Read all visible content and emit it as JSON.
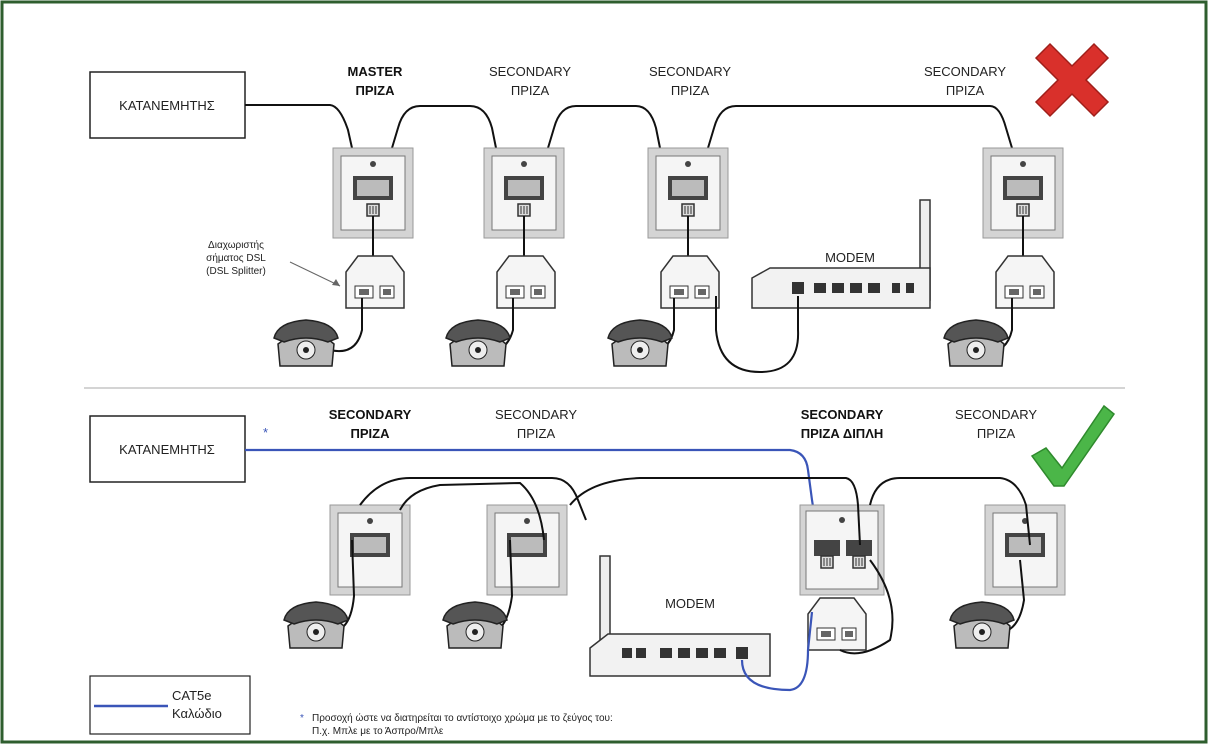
{
  "distributor_label": "ΚΑΤΑΝΕΜΗΤΗΣ",
  "top": {
    "sockets": [
      {
        "line1": "MASTER",
        "line2": "ΠΡΙΖΑ"
      },
      {
        "line1": "SECONDARY",
        "line2": "ΠΡΙΖΑ"
      },
      {
        "line1": "SECONDARY",
        "line2": "ΠΡΙΖΑ"
      },
      {
        "line1": "SECONDARY",
        "line2": "ΠΡΙΖΑ"
      }
    ],
    "splitter_label": [
      "Διαχωριστής",
      "σήματος DSL",
      "(DSL Splitter)"
    ],
    "modem_label": "MODEM"
  },
  "bottom": {
    "sockets": [
      {
        "line1": "SECONDARY",
        "line2": "ΠΡΙΖΑ"
      },
      {
        "line1": "SECONDARY",
        "line2": "ΠΡΙΖΑ"
      },
      {
        "line1": "SECONDARY",
        "line2": "ΠΡΙΖΑ ΔΙΠΛΗ"
      },
      {
        "line1": "SECONDARY",
        "line2": "ΠΡΙΖΑ"
      }
    ],
    "star": "*",
    "modem_label": "MODEM"
  },
  "legend": {
    "line1": "CAT5e",
    "line2": "Καλώδιο"
  },
  "footnote": {
    "star": "*",
    "line1": "Προσοχή ώστε να διατηρείται το αντίστοιχο χρώμα με το ζεύγος του:",
    "line2": "Π.χ. Μπλε με το Άσπρο/Μπλε"
  },
  "colors": {
    "frame": "#2e5e2e",
    "cat5e": "#3a55b8",
    "wrong": "#d9302b",
    "right": "#4bb648"
  }
}
